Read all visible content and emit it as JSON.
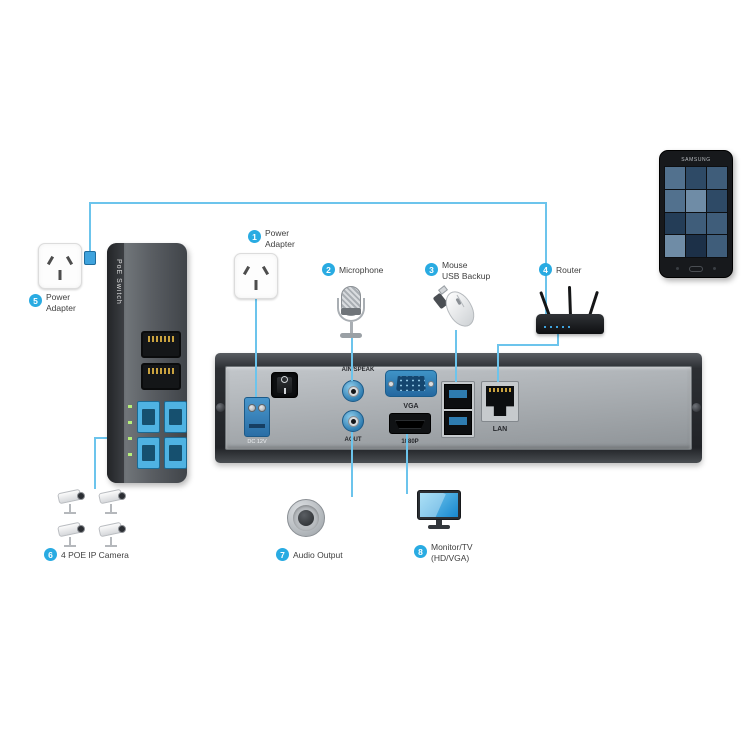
{
  "device_labels": {
    "phone_brand": "SAMSUNG",
    "switch_name": "PoE Switch"
  },
  "callouts": {
    "c1": {
      "num": "1",
      "line1": "Power",
      "line2": "Adapter"
    },
    "c2": {
      "num": "2",
      "line1": "Microphone"
    },
    "c3": {
      "num": "3",
      "line1": "Mouse",
      "line2": "USB Backup"
    },
    "c4": {
      "num": "4",
      "line1": "Router"
    },
    "c5": {
      "num": "5",
      "line1": "Power",
      "line2": "Adapter"
    },
    "c6": {
      "num": "6",
      "line1": "4 POE IP Camera"
    },
    "c7": {
      "num": "7",
      "line1": "Audio Output"
    },
    "c8": {
      "num": "8",
      "line1": "Monitor/TV",
      "line2": "(HD/VGA)"
    }
  },
  "nvr_ports": {
    "dc": "DC 12V",
    "ain": "AIN/SPEAK",
    "aout": "AOUT",
    "vga": "VGA",
    "hdmi": "1080P",
    "lan": "LAN"
  },
  "colors": {
    "accent": "#29abe2",
    "connection_line": "#6cc4ec",
    "port_blue": "#2e7cb0"
  }
}
